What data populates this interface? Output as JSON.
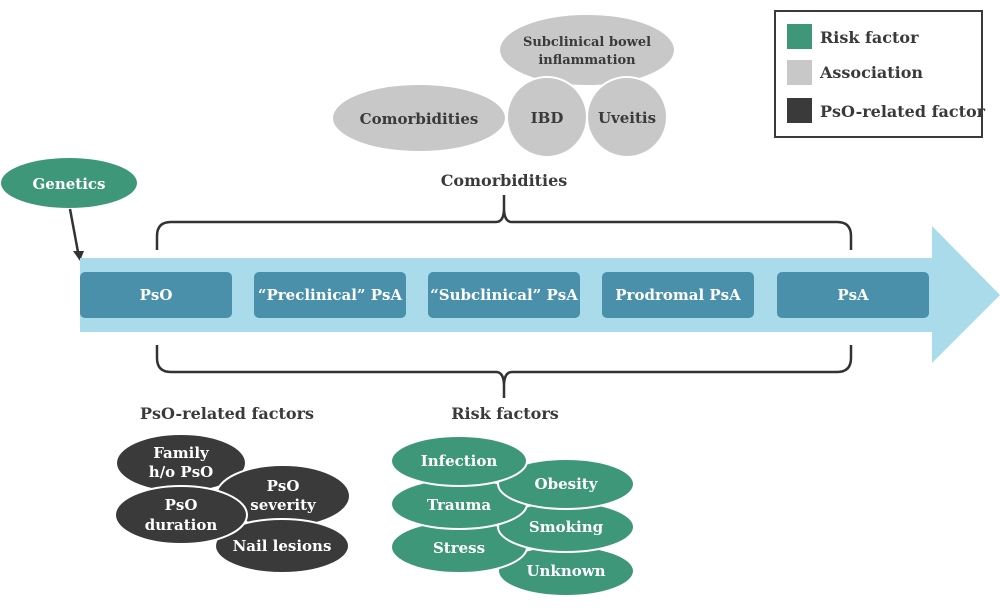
{
  "colors": {
    "risk": "#3f977a",
    "association": "#c8c8c8",
    "pso_related": "#3a3a3a",
    "arrow": "#aadbea",
    "stage": "#4a90aa",
    "line": "#333333"
  },
  "legend": {
    "items": [
      {
        "label": "Risk factor",
        "kind": "risk"
      },
      {
        "label": "Association",
        "kind": "association"
      },
      {
        "label": "PsO-related factor",
        "kind": "pso_related"
      }
    ]
  },
  "genetics": {
    "label": "Genetics"
  },
  "stages": [
    "PsO",
    "“Preclinical” PsA",
    "“Subclinical” PsA",
    "Prodromal PsA",
    "PsA"
  ],
  "comorbidities": {
    "heading": "Comorbidities",
    "bubbles": [
      {
        "label": [
          "Comorbidities"
        ]
      },
      {
        "label": [
          "IBD"
        ]
      },
      {
        "label": [
          "Uveitis"
        ]
      },
      {
        "label": [
          "Subclinical bowel",
          "inflammation"
        ]
      }
    ]
  },
  "pso_related_factors": {
    "heading": "PsO-related factors",
    "bubbles": [
      {
        "label": [
          "Family",
          "h/o PsO"
        ]
      },
      {
        "label": [
          "PsO",
          "duration"
        ]
      },
      {
        "label": [
          "PsO",
          "severity"
        ]
      },
      {
        "label": [
          "Nail lesions"
        ]
      }
    ]
  },
  "risk_factors": {
    "heading": "Risk factors",
    "bubbles": [
      {
        "label": [
          "Infection"
        ]
      },
      {
        "label": [
          "Trauma"
        ]
      },
      {
        "label": [
          "Stress"
        ]
      },
      {
        "label": [
          "Obesity"
        ]
      },
      {
        "label": [
          "Smoking"
        ]
      },
      {
        "label": [
          "Unknown"
        ]
      }
    ]
  }
}
